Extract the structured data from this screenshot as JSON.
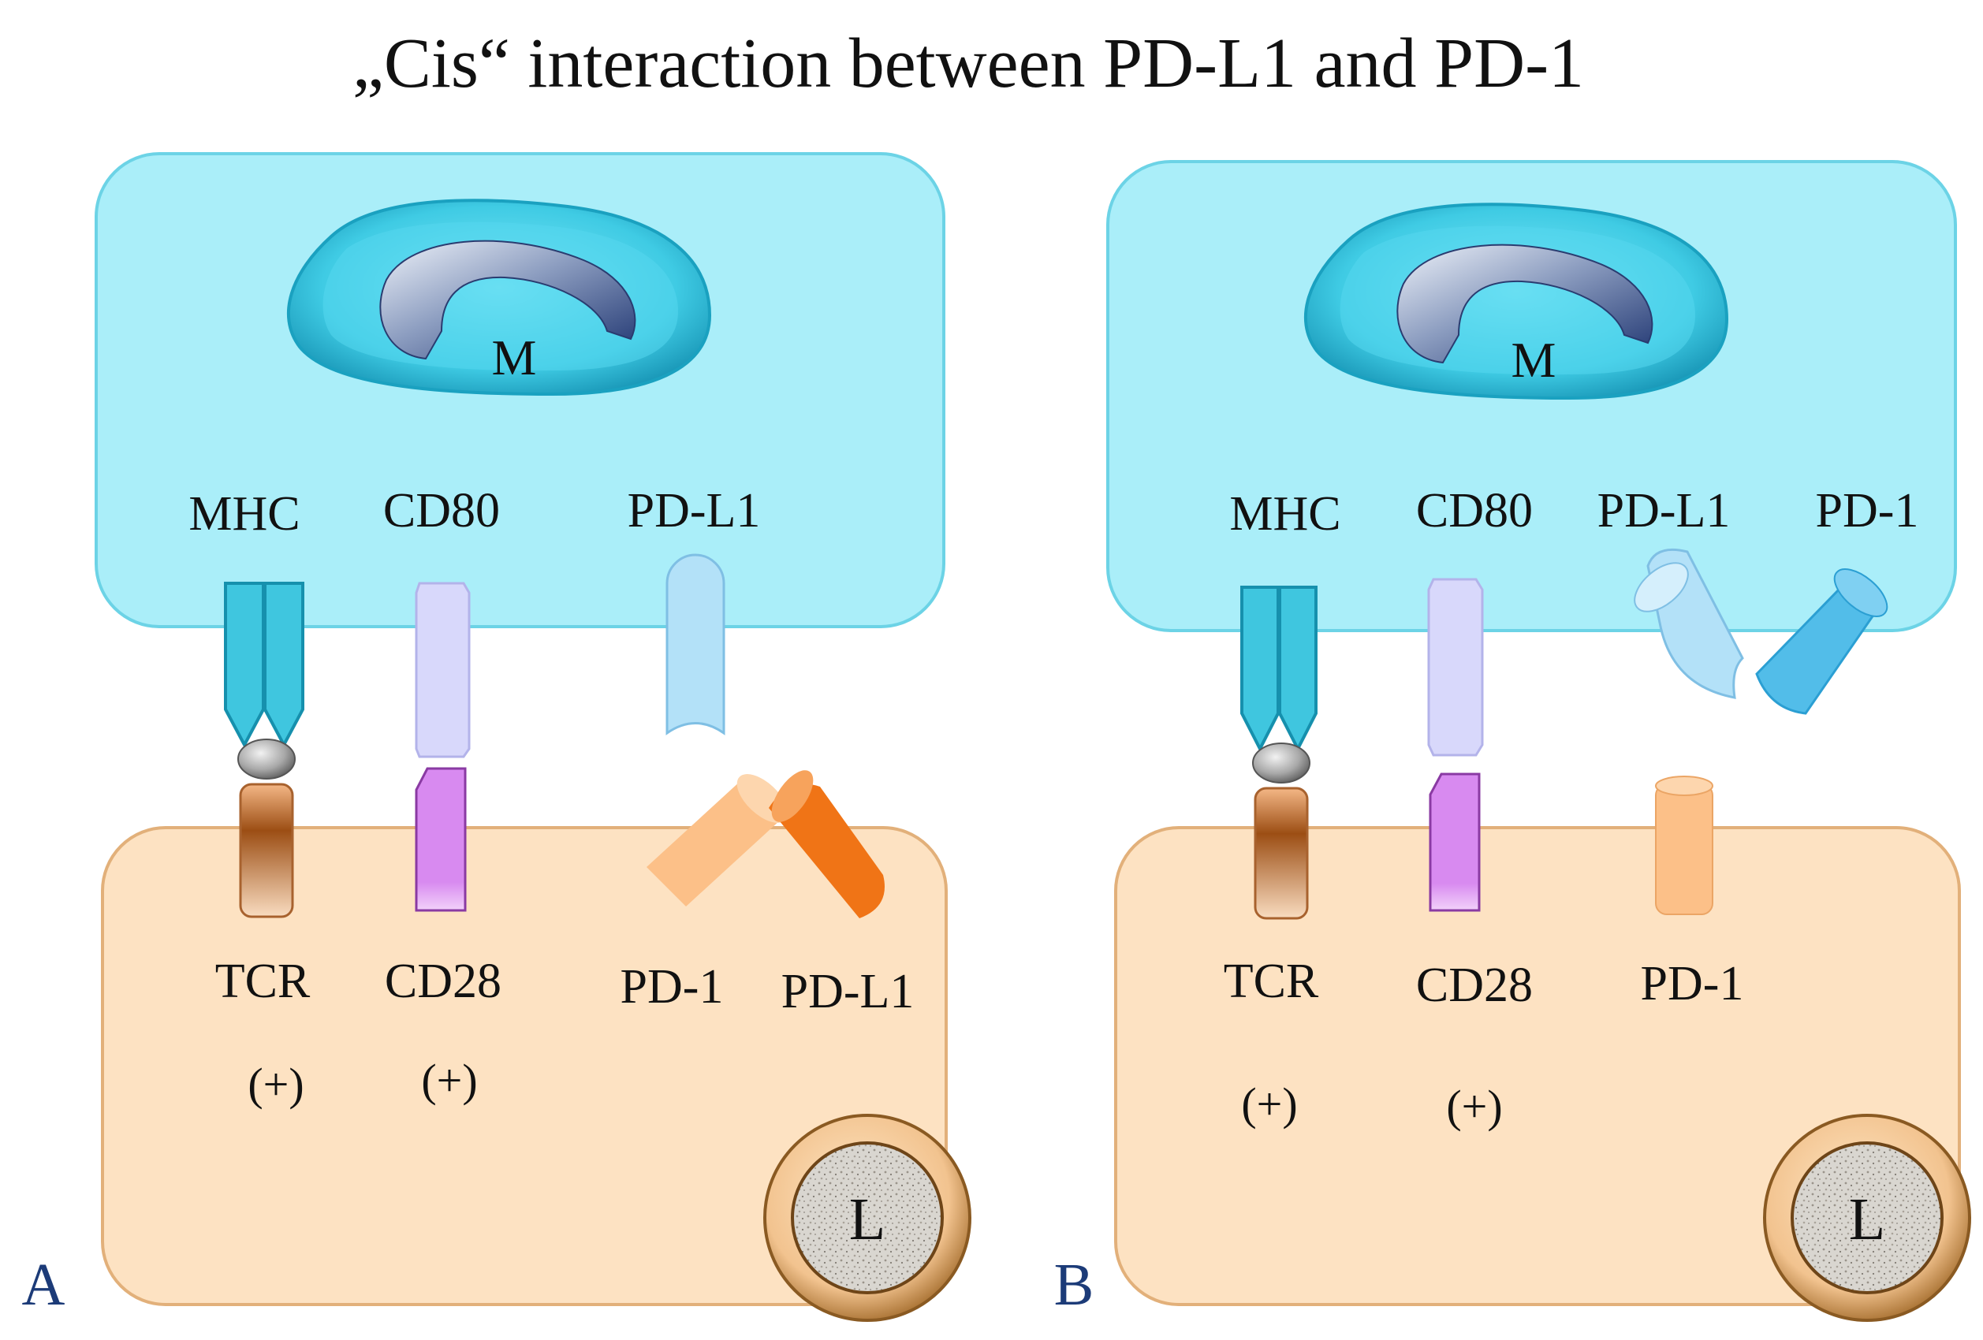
{
  "title": "„Cis“ interaction between PD-L1 and PD-1",
  "colors": {
    "apc_cell": "#aaeef9",
    "apc_border": "#6cd3e6",
    "lymph_cell": "#fde2c2",
    "lymph_border": "#e2b07a",
    "mhc": "#3fc6df",
    "tcr": "#b86a2e",
    "cd80": "#d8d8fb",
    "cd28": "#d88af0",
    "apc_pdl1": "#b3e1f8",
    "apc_pd1": "#52bde9",
    "lymph_pd1": "#fcc088",
    "lymph_pdl1": "#f07416",
    "panel_letter": "#1c3b78"
  },
  "panels": [
    {
      "letter": "A",
      "nucleus_label": "M",
      "lymphocyte_label": "L",
      "apc_molecules": [
        "MHC",
        "CD80",
        "PD-L1"
      ],
      "tcell_molecules": [
        "TCR",
        "CD28",
        "PD-1",
        "PD-L1"
      ],
      "signals": [
        "(+)",
        "(+)"
      ]
    },
    {
      "letter": "B",
      "nucleus_label": "M",
      "lymphocyte_label": "L",
      "apc_molecules": [
        "MHC",
        "CD80",
        "PD-L1",
        "PD-1"
      ],
      "tcell_molecules": [
        "TCR",
        "CD28",
        "PD-1"
      ],
      "signals": [
        "(+)",
        "(+)"
      ]
    }
  ]
}
